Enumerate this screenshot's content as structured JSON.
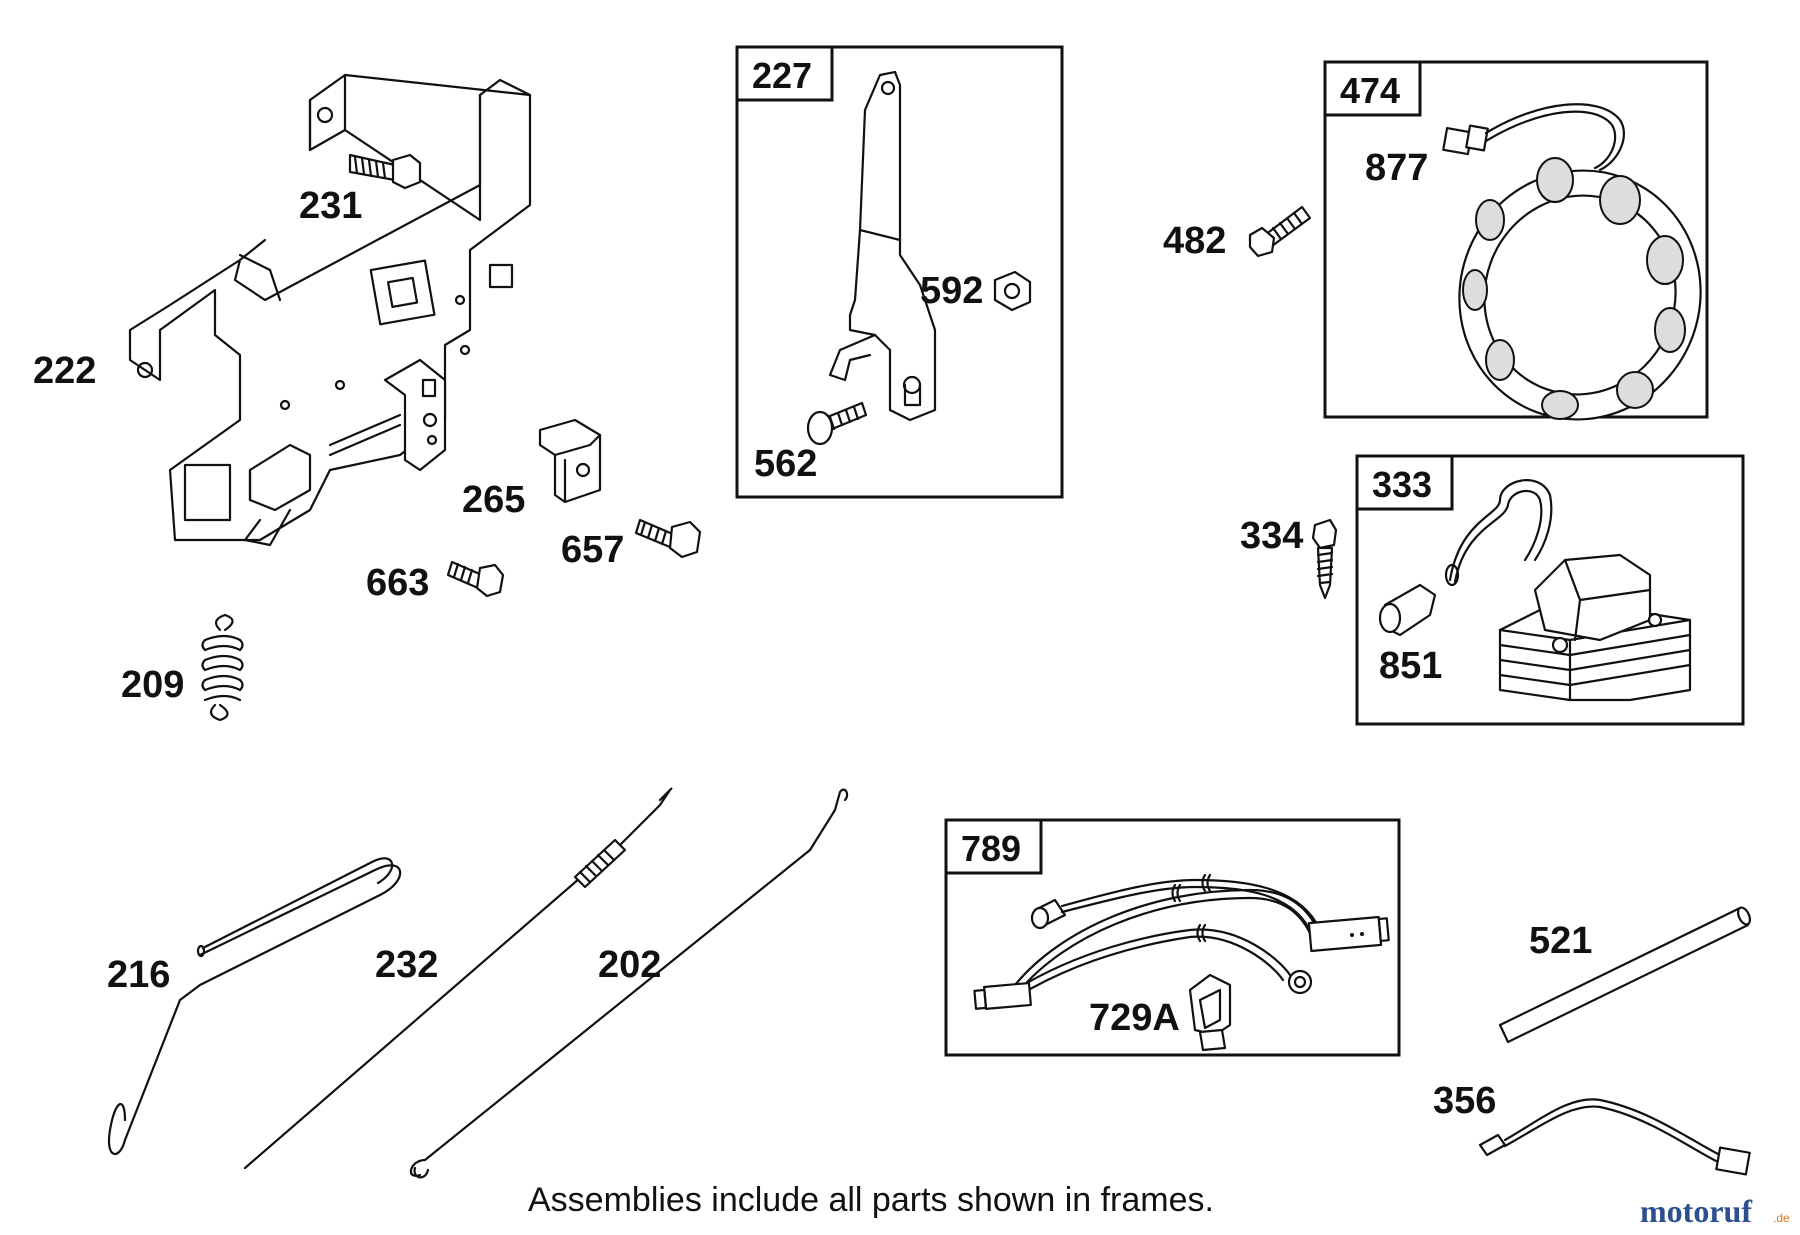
{
  "parts": {
    "p231": "231",
    "p222": "222",
    "p265": "265",
    "p657": "657",
    "p663": "663",
    "p209": "209",
    "p592": "592",
    "p562": "562",
    "p482": "482",
    "p877": "877",
    "p334": "334",
    "p851": "851",
    "p216": "216",
    "p232": "232",
    "p202": "202",
    "p729A": "729A",
    "p521": "521",
    "p356": "356"
  },
  "frames": {
    "f227": "227",
    "f474": "474",
    "f333": "333",
    "f789": "789"
  },
  "caption": "Assemblies include all parts shown in frames.",
  "brand": {
    "name": "motoruf",
    "suffix": ".de",
    "color_main": "#2b4f8f",
    "color_accent": "#e07a1f"
  }
}
